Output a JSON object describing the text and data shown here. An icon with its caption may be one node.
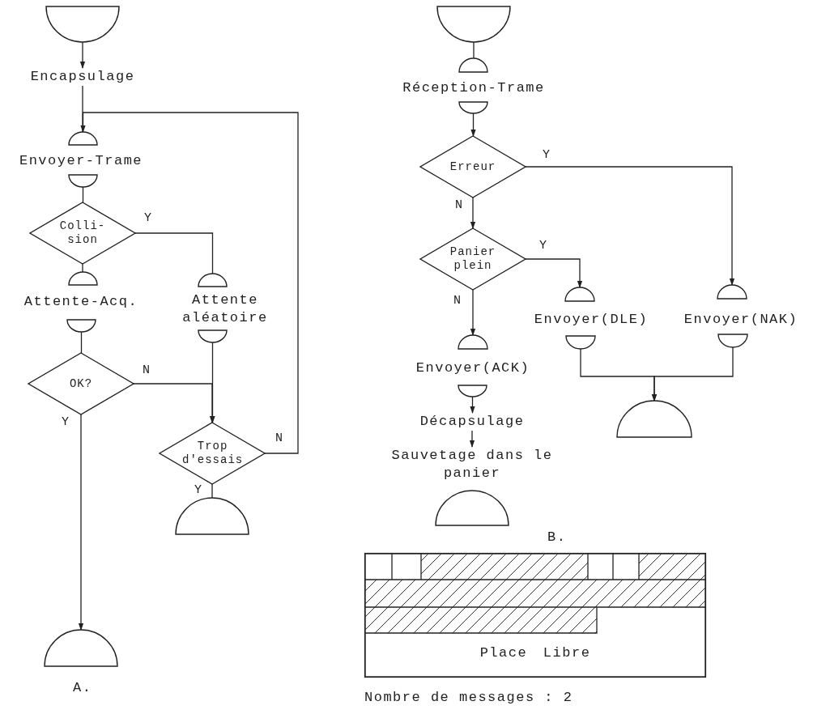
{
  "diagram": {
    "nodes": [
      {
        "text": [],
        "shape": "semicircle"
      },
      {
        "text": [
          "Encapsulage"
        ]
      },
      {
        "text": [],
        "shape": "semicircle"
      },
      {
        "text": [
          "Envoyer-Trame"
        ]
      },
      {
        "text": [],
        "shape": "semicircle"
      },
      {
        "text": [
          "Colli- sion"
        ]
      },
      {
        "text": [],
        "shape": "semicircle"
      },
      {
        "text": [
          "Attente-Acq."
        ]
      },
      {
        "text": [],
        "shape": "semicircle"
      },
      {
        "text": [
          "OK?"
        ]
      },
      {
        "text": [],
        "shape": "semicircle"
      },
      {
        "text": [
          "Attente aléatoire"
        ]
      },
      {
        "text": [],
        "shape": "semicircle"
      },
      {
        "text": [
          "Trop d'essais"
        ]
      },
      {
        "text": [],
        "shape": "semicircle"
      },
      {
        "text": [],
        "shape": "semicircle"
      },
      {
        "text": [],
        "shape": "semicircle"
      },
      {
        "text": [],
        "shape": "semicircle"
      },
      {
        "text": [
          "Réception-Trame"
        ]
      },
      {
        "text": [],
        "shape": "semicircle"
      },
      {
        "text": [
          "Erreur"
        ]
      },
      {
        "text": [
          "Panier plein"
        ]
      },
      {
        "text": [],
        "shape": "semicircle"
      },
      {
        "text": [],
        "shape": "semicircle"
      },
      {
        "text": [
          "Envoyer(DLE)"
        ]
      },
      {
        "text": [],
        "shape": "semicircle"
      },
      {
        "text": [
          "Envoyer(NAK)"
        ]
      },
      {
        "text": [],
        "shape": "semicircle"
      },
      {
        "text": [],
        "shape": "semicircle"
      },
      {
        "text": [],
        "shape": "semicircle"
      },
      {
        "text": [
          "Envoyer(ACK)"
        ]
      },
      {
        "text": [],
        "shape": "semicircle"
      },
      {
        "text": [
          "Décapsulage"
        ]
      },
      {
        "text": [
          "Sauvetage dans le panier"
        ]
      },
      {
        "text": [],
        "shape": "semicircle"
      },
      {
        "text": [
          "Place Libre"
        ]
      }
    ],
    "edges": [
      {
        "from": 0,
        "to": 1,
        "arrow": "to"
      },
      {
        "from": 1,
        "to": 2,
        "arrow": "none"
      },
      {
        "from": 4,
        "to": 5,
        "arrow": "none"
      },
      {
        "from": 5,
        "to": 6,
        "arrow": "none"
      },
      {
        "from": 5,
        "to": 10,
        "arrow": "none",
        "label": "Y"
      },
      {
        "from": 8,
        "to": 9,
        "arrow": "none"
      },
      {
        "from": 9,
        "to": 13,
        "arrow": "to",
        "label": "N"
      },
      {
        "from": 12,
        "to": 13,
        "arrow": "to"
      },
      {
        "from": 13,
        "to": 14,
        "arrow": "none",
        "label": "Y"
      },
      {
        "from": 9,
        "to": 15,
        "arrow": "to",
        "label": "Y"
      },
      {
        "from": 13,
        "to": 2,
        "arrow": "to",
        "label": "N"
      },
      {
        "from": 16,
        "to": 17,
        "arrow": "none"
      },
      {
        "from": 19,
        "to": 20,
        "arrow": "to"
      },
      {
        "from": 20,
        "to": 21,
        "arrow": "to",
        "label": "N"
      },
      {
        "from": 20,
        "to": 23,
        "arrow": "to",
        "label": "Y"
      },
      {
        "from": 21,
        "to": 22,
        "arrow": "to",
        "label": "Y"
      },
      {
        "from": 21,
        "to": 29,
        "arrow": "to",
        "label": "N"
      },
      {
        "from": 25,
        "to": 28,
        "arrow": "to"
      },
      {
        "from": 27,
        "to": 28,
        "arrow": "to"
      },
      {
        "from": 31,
        "to": 32,
        "arrow": "to"
      },
      {
        "from": 32,
        "to": 33,
        "arrow": "to"
      }
    ],
    "labels": [
      "A.",
      "B.",
      "Nombre de messages : 2"
    ]
  }
}
